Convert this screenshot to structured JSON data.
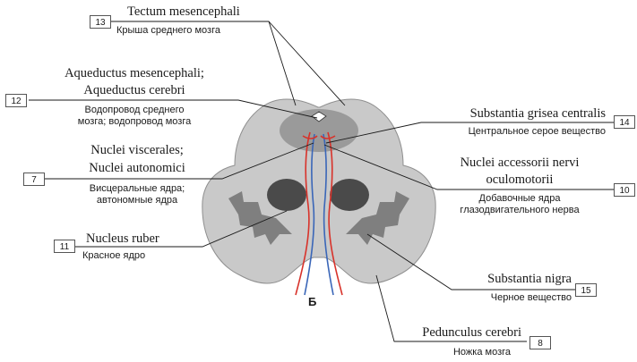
{
  "figure": {
    "panel_letter": "Б"
  },
  "labels": [
    {
      "id": "tectum",
      "number": "13",
      "latin": "Tectum mesencephali",
      "russian": "Крыша среднего мозга"
    },
    {
      "id": "aqueduct",
      "number": "12",
      "latin_line1": "Aqueductus mesencephali;",
      "latin_line2": "Aqueductus cerebri",
      "russian_line1": "Водопровод среднего",
      "russian_line2": "мозга; водопровод мозга"
    },
    {
      "id": "visceral",
      "number": "7",
      "latin_line1": "Nuclei viscerales;",
      "latin_line2": "Nuclei autonomici",
      "russian_line1": "Висцеральные ядра;",
      "russian_line2": "автономные ядра"
    },
    {
      "id": "ruber",
      "number": "11",
      "latin": "Nucleus ruber",
      "russian": "Красное ядро"
    },
    {
      "id": "grisea",
      "number": "14",
      "latin": "Substantia grisea centralis",
      "russian": "Центральное серое вещество"
    },
    {
      "id": "accessory",
      "number": "10",
      "latin_line1": "Nuclei accessorii nervi",
      "latin_line2": "oculomotorii",
      "russian_line1": "Добавочные ядра",
      "russian_line2": "глазодвигательного нерва"
    },
    {
      "id": "nigra",
      "number": "15",
      "latin": "Substantia nigra",
      "russian": "Черное вещество"
    },
    {
      "id": "peduncle",
      "number": "8",
      "latin": "Pedunculus cerebri",
      "russian": "Ножка мозга"
    }
  ],
  "colors": {
    "section_fill": "#c9c9c9",
    "central_gray": "#9a9a9a",
    "red_nucleus": "#4a4a4a",
    "substantia_nigra": "#7f7f7f",
    "nerve_red": "#d8322a",
    "nerve_blue": "#3a66b8"
  }
}
